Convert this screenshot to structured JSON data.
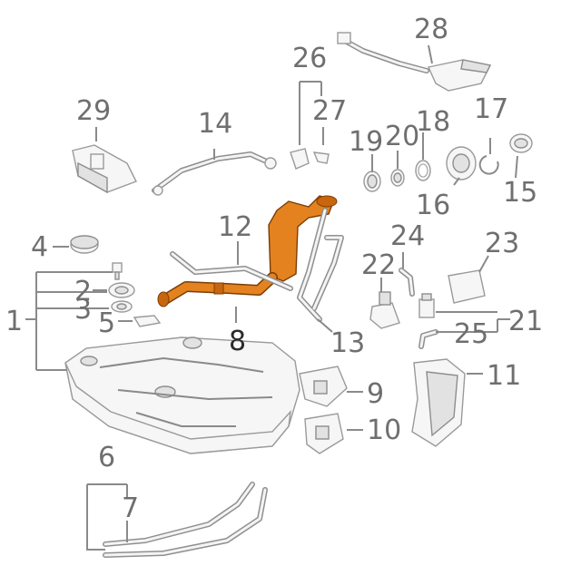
{
  "diagram": {
    "highlight_color": "#e4821f",
    "line_color": "#8a8a8a",
    "callouts": [
      {
        "id": "c1",
        "label": "1"
      },
      {
        "id": "c2",
        "label": "2"
      },
      {
        "id": "c3",
        "label": "3"
      },
      {
        "id": "c4",
        "label": "4"
      },
      {
        "id": "c5",
        "label": "5"
      },
      {
        "id": "c6",
        "label": "6"
      },
      {
        "id": "c7",
        "label": "7"
      },
      {
        "id": "c8",
        "label": "8"
      },
      {
        "id": "c9",
        "label": "9"
      },
      {
        "id": "c10",
        "label": "10"
      },
      {
        "id": "c11",
        "label": "11"
      },
      {
        "id": "c12",
        "label": "12"
      },
      {
        "id": "c13",
        "label": "13"
      },
      {
        "id": "c14",
        "label": "14"
      },
      {
        "id": "c15",
        "label": "15"
      },
      {
        "id": "c16",
        "label": "16"
      },
      {
        "id": "c17",
        "label": "17"
      },
      {
        "id": "c18",
        "label": "18"
      },
      {
        "id": "c19",
        "label": "19"
      },
      {
        "id": "c20",
        "label": "20"
      },
      {
        "id": "c21",
        "label": "21"
      },
      {
        "id": "c22",
        "label": "22"
      },
      {
        "id": "c23",
        "label": "23"
      },
      {
        "id": "c24",
        "label": "24"
      },
      {
        "id": "c25",
        "label": "25"
      },
      {
        "id": "c26",
        "label": "26"
      },
      {
        "id": "c27",
        "label": "27"
      },
      {
        "id": "c28",
        "label": "28"
      },
      {
        "id": "c29",
        "label": "29"
      }
    ]
  }
}
